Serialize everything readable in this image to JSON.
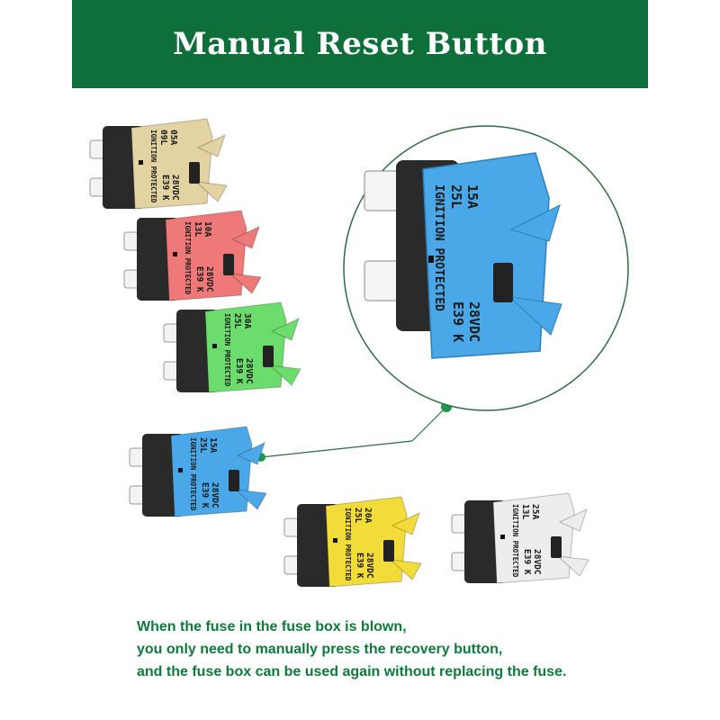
{
  "header": {
    "title": "Manual Reset Button"
  },
  "colors": {
    "banner": "#0e6f3a",
    "caption": "#0d7a3c",
    "tan": "#e3d3a3",
    "red": "#ef7878",
    "green": "#6cdc6c",
    "blue": "#4aa8e8",
    "yellow": "#f2dc3a",
    "white": "#ededed",
    "body_black": "#2a2a2a"
  },
  "breakers": [
    {
      "id": "tan",
      "lines": [
        "05A",
        "09L",
        "IGNITION PROTECTED",
        "28VDC",
        "E39 K"
      ]
    },
    {
      "id": "red",
      "lines": [
        "10A",
        "13L",
        "IGNITION PROTECTED",
        "28VDC",
        "E39 K"
      ]
    },
    {
      "id": "green",
      "lines": [
        "30A",
        "25L",
        "IGNITION PROTECTED",
        "28VDC",
        "E39 K"
      ]
    },
    {
      "id": "blue",
      "lines": [
        "15A",
        "25L",
        "IGNITION PROTECTED",
        "28VDC",
        "E39 K"
      ]
    },
    {
      "id": "yellow",
      "lines": [
        "20A",
        "25L",
        "IGNITION PROTECTED",
        "28VDC",
        "E39 K"
      ]
    },
    {
      "id": "white",
      "lines": [
        "25A",
        "13L",
        "IGNITION PROTECTED",
        "28VDC",
        "E39 K"
      ]
    }
  ],
  "zoom": {
    "lines": [
      "15A",
      "25L",
      "IGNITION PROTECTED",
      "28VDC",
      "E39 K"
    ]
  },
  "caption": {
    "line1": "When the fuse in the fuse box is blown,",
    "line2": "you only need to manually press the recovery button,",
    "line3": "and the fuse box can be used again without replacing the fuse."
  }
}
